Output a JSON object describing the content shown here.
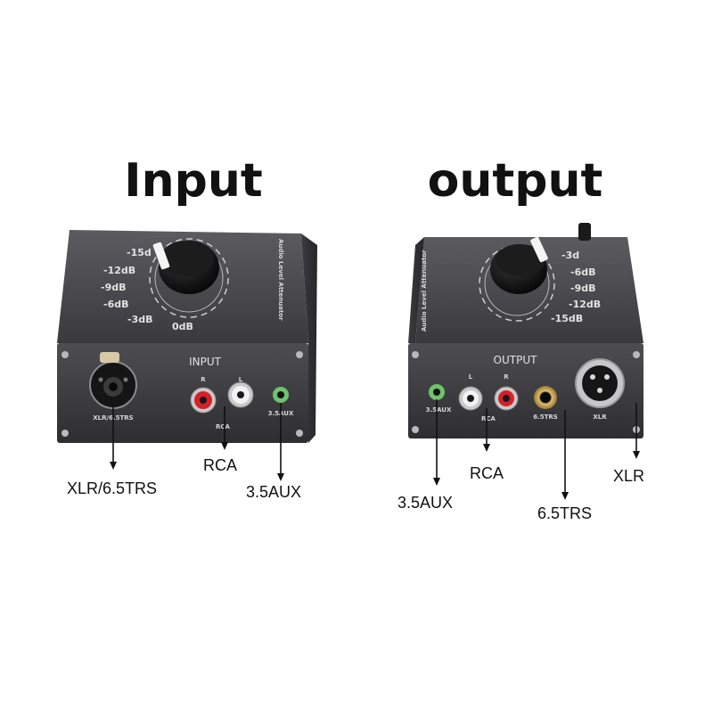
{
  "input_side": {
    "heading": "Input",
    "panel_label": "INPUT",
    "jack_labels": {
      "xlr": "XLR/6.5TRS",
      "rca": "RCA",
      "rca_r": "R",
      "rca_l": "L",
      "aux": "3.5AUX"
    },
    "dial_marks": [
      "-15d",
      "-12dB",
      "-9dB",
      "-6dB",
      "-3dB",
      "0dB"
    ],
    "side_text": "Audio Level Attenuator",
    "callouts": {
      "xlr": "XLR/6.5TRS",
      "rca": "RCA",
      "aux": "3.5AUX"
    }
  },
  "output_side": {
    "heading": "output",
    "panel_label": "OUTPUT",
    "jack_labels": {
      "aux": "3.5AUX",
      "rca": "RCA",
      "rca_l": "L",
      "rca_r": "R",
      "trs": "6.5TRS",
      "xlr": "XLR"
    },
    "dial_marks": [
      "-3d",
      "-6dB",
      "-9dB",
      "-12dB",
      "-15dB"
    ],
    "side_text": "Audio Level Attenuator",
    "callouts": {
      "aux": "3.5AUX",
      "rca": "RCA",
      "trs": "6.5TRS",
      "xlr": "XLR"
    }
  },
  "colors": {
    "body": "#4a4a4e",
    "body_dark": "#2a2a2d",
    "knob": "#0d0d0d",
    "rca_red": "#d4202a",
    "rca_white": "#f2f2f2",
    "aux_green": "#6ec26b",
    "gold": "#c9a14a"
  }
}
